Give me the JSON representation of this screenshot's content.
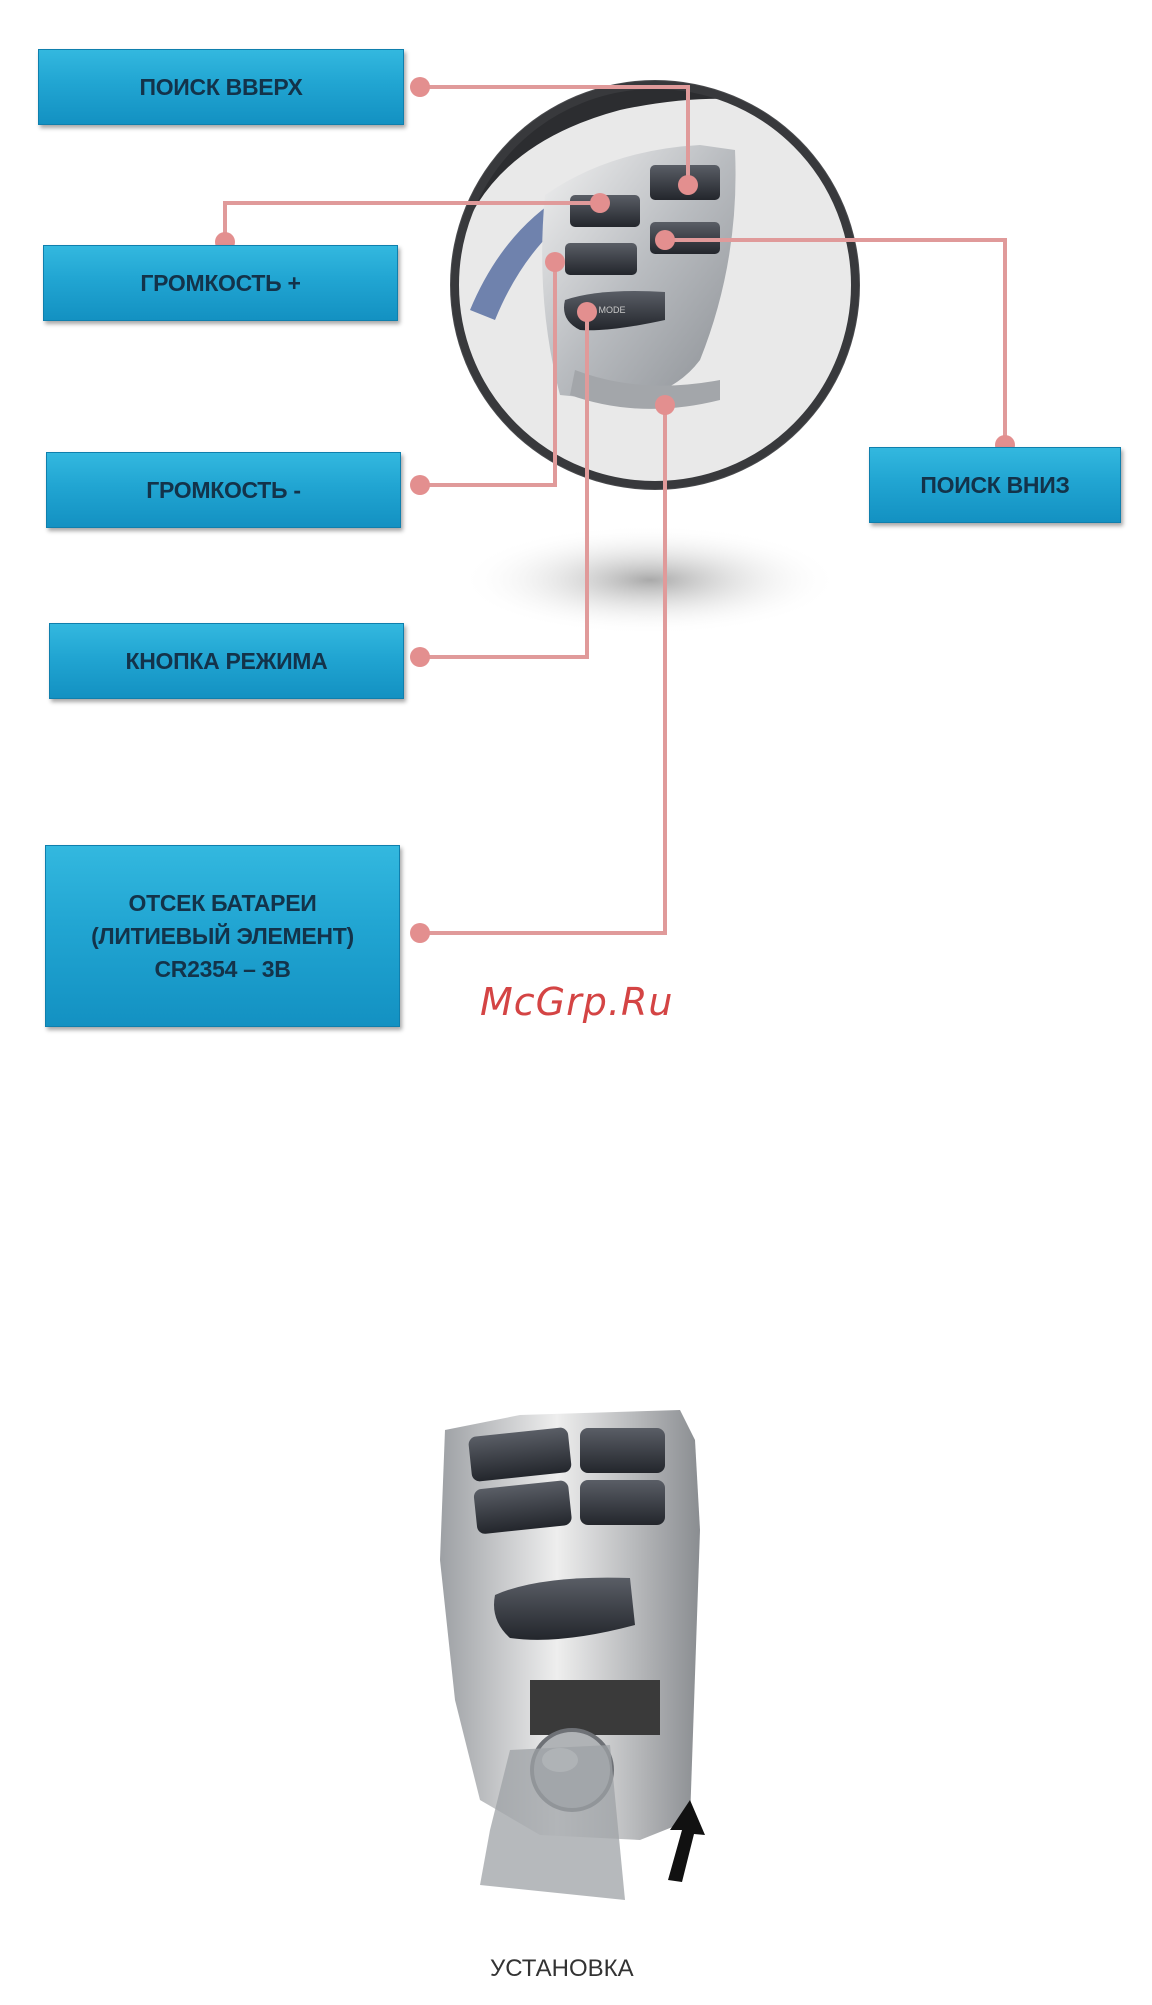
{
  "callouts": {
    "seek_up": "ПОИСК ВВЕРХ",
    "volume_up": "ГРОМКОСТЬ +",
    "volume_down": "ГРОМКОСТЬ -",
    "mode_button": "КНОПКА РЕЖИМА",
    "seek_down": "ПОИСК ВНИЗ",
    "battery_compartment": {
      "line1": "ОТСЕК БАТАРЕИ",
      "line2": "(ЛИТИЕВЫЙ ЭЛЕМЕНТ)",
      "line3": "CR2354 – 3В"
    }
  },
  "device_labels": {
    "mode_key": "MODE"
  },
  "watermark": "McGrp.Ru",
  "caption": "УСТАНОВКА",
  "colors": {
    "label_fill": "#21a5d2",
    "connector": "#e09a9a",
    "watermark": "#d44444"
  }
}
